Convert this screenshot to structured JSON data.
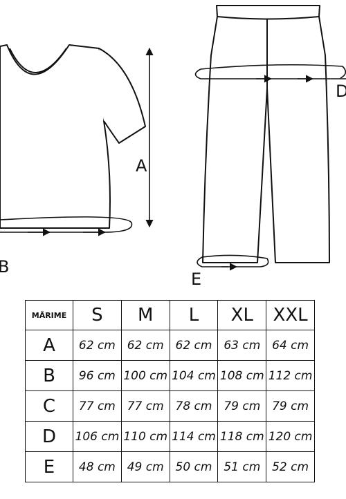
{
  "labels": {
    "shirt_length": "A",
    "shirt_chest": "B",
    "pants_waist": "D",
    "pants_hem": "E"
  },
  "table": {
    "corner": "MĂRIME",
    "sizes": [
      "S",
      "M",
      "L",
      "XL",
      "XXL"
    ],
    "rows": [
      {
        "key": "A",
        "values": [
          "62 cm",
          "62 cm",
          "62 cm",
          "63 cm",
          "64 cm"
        ]
      },
      {
        "key": "B",
        "values": [
          "96 cm",
          "100 cm",
          "104 cm",
          "108 cm",
          "112 cm"
        ]
      },
      {
        "key": "C",
        "values": [
          "77 cm",
          "77 cm",
          "78 cm",
          "79 cm",
          "79 cm"
        ]
      },
      {
        "key": "D",
        "values": [
          "106 cm",
          "110 cm",
          "114 cm",
          "118 cm",
          "120 cm"
        ]
      },
      {
        "key": "E",
        "values": [
          "48 cm",
          "49 cm",
          "50 cm",
          "51 cm",
          "52 cm"
        ]
      }
    ]
  }
}
